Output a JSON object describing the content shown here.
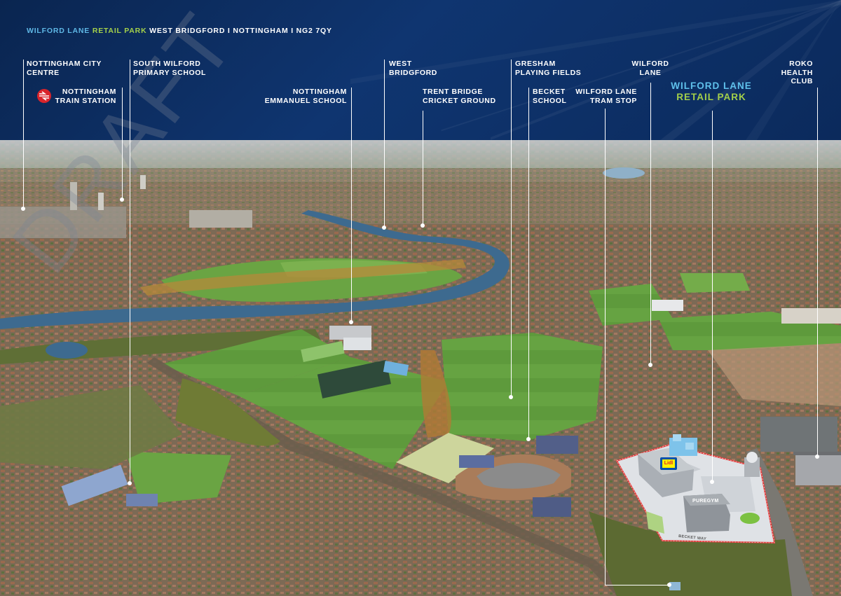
{
  "header": {
    "title_part1": "WILFORD LANE",
    "title_part2": "RETAIL PARK",
    "title_part3": "WEST BRIDGFORD I NOTTINGHAM I NG2 7QY"
  },
  "park_title": {
    "line1": "WILFORD LANE",
    "line2": "RETAIL PARK"
  },
  "labels": {
    "city_centre": {
      "line1": "NOTTINGHAM CITY",
      "line2": "CENTRE"
    },
    "train_station": {
      "line1": "NOTTINGHAM",
      "line2": "TRAIN STATION"
    },
    "south_wilford": {
      "line1": "SOUTH WILFORD",
      "line2": "PRIMARY SCHOOL"
    },
    "emmanuel": {
      "line1": "NOTTINGHAM",
      "line2": "EMMANUEL SCHOOL"
    },
    "west_bridgford": {
      "line1": "WEST",
      "line2": "BRIDGFORD"
    },
    "trent_bridge": {
      "line1": "TRENT BRIDGE",
      "line2": "CRICKET GROUND"
    },
    "gresham": {
      "line1": "GRESHAM",
      "line2": "PLAYING FIELDS"
    },
    "becket": {
      "line1": "BECKET",
      "line2": "SCHOOL"
    },
    "tram_stop": {
      "line1": "WILFORD LANE",
      "line2": "TRAM STOP"
    },
    "wilford_lane": {
      "line1": "WILFORD",
      "line2": "LANE"
    },
    "roko": {
      "line1": "ROKO",
      "line2": "HEALTH",
      "line3": "CLUB"
    }
  },
  "site_plan": {
    "anchor_store": "Lidl",
    "gym": "PUREGYM",
    "road": "BECKET WAY"
  },
  "watermark": "DRAFT",
  "icons": {
    "rail": "national-rail-icon"
  },
  "colors": {
    "navy": "#0d2d5c",
    "title_blue": "#5fb8e6",
    "title_green": "#a4d04a",
    "rail_red": "#d9242b",
    "boundary_red": "#e23a3a"
  }
}
